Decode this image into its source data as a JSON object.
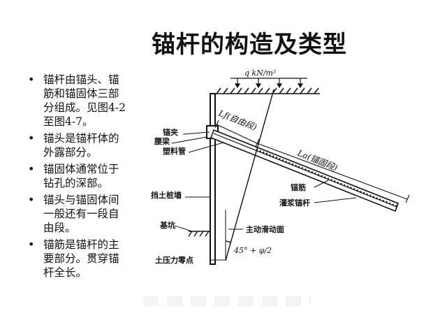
{
  "title": "锚杆的构造及类型",
  "bullets": [
    {
      "marker": "•",
      "lines": [
        "锚杆由锚头、锚",
        "筋和锚固体三部",
        "分组成。见图4-2",
        "至图4-7。"
      ]
    },
    {
      "marker": "•",
      "lines": [
        "锚头是锚杆体的",
        "外露部分。"
      ]
    },
    {
      "marker": "•",
      "lines": [
        "锚固体通常位于",
        "钻孔的深部。"
      ]
    },
    {
      "marker": "•",
      "lines": [
        "锚头与锚固体间",
        "一般还有一段自",
        "由段。"
      ]
    },
    {
      "marker": "•",
      "lines": [
        "锚筋是锚杆的主",
        "要部分。贯穿锚",
        "杆全长。"
      ]
    }
  ],
  "diagram": {
    "load": "q kN/m²",
    "free_length": "Lf(自由段)",
    "anchor_length": "La(锚固段)",
    "labels": {
      "anchor_clamp": "锚夹",
      "waling": "腰梁",
      "plastic_pipe": "塑料管",
      "retaining_pile": "挡土桩墙",
      "rebar": "锚筋",
      "grouted_anchor": "灌浆锚杆",
      "pit_bottom": "基坑",
      "sliding_surface": "主动滑动面",
      "zero_point": "土压力零点",
      "angle": "45° + φ/2"
    }
  }
}
